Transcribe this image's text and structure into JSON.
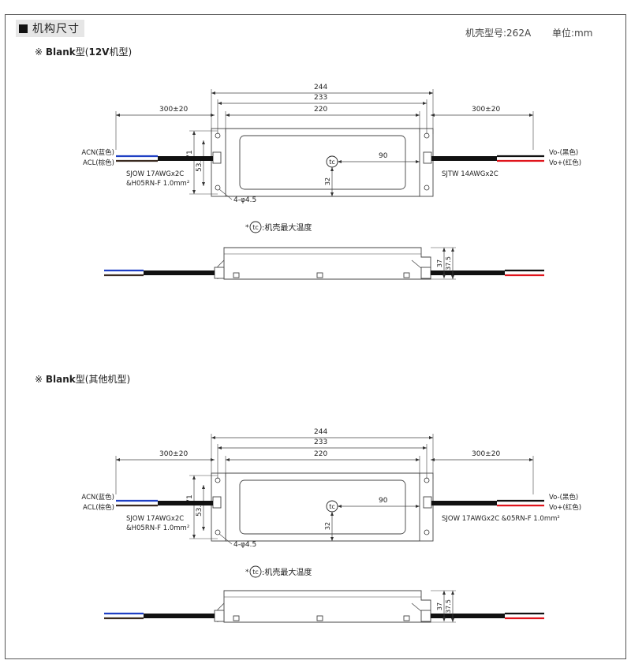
{
  "header": {
    "section_title": "机构尺寸",
    "case_model": "机壳型号:262A",
    "unit": "单位:mm"
  },
  "variants": [
    {
      "note_symbol": "※",
      "name_bold": "Blank",
      "name_suffix_1": "型(",
      "name_bold_2": "12V",
      "name_suffix_2": "机型)",
      "dims": {
        "overall": "244",
        "mount": "233",
        "body": "220",
        "cable_left": "300±20",
        "cable_right": "300±20",
        "height_outer": "71",
        "height_inner": "53.8",
        "tc_x": "90",
        "tc_y": "32",
        "hole": "4-φ4.5",
        "side_height": "37",
        "side_height_2": "37.5"
      },
      "labels": {
        "acn": "ACN(蓝色)",
        "acl": "ACL(棕色)",
        "input_cable_1": "SJOW 17AWGx2C",
        "input_cable_2": "&H05RN-F 1.0mm²",
        "output_cable": "SJTW 14AWGx2C",
        "vo_minus": "Vo-(黑色)",
        "vo_plus": "Vo+(红色)",
        "tc_symbol": "tc",
        "tc_note": ":机壳最大温度",
        "tc_bullet": "*"
      }
    },
    {
      "note_symbol": "※",
      "name_bold": "Blank",
      "name_suffix_1": "型(其他机型)",
      "dims": {
        "overall": "244",
        "mount": "233",
        "body": "220",
        "cable_left": "300±20",
        "cable_right": "300±20",
        "height_outer": "71",
        "height_inner": "53.8",
        "tc_x": "90",
        "tc_y": "32",
        "hole": "4-φ4.5",
        "side_height": "37",
        "side_height_2": "37.5"
      },
      "labels": {
        "acn": "ACN(蓝色)",
        "acl": "ACL(棕色)",
        "input_cable_1": "SJOW 17AWGx2C",
        "input_cable_2": "&H05RN-F 1.0mm²",
        "output_cable": "SJOW 17AWGx2C &05RN-F 1.0mm²",
        "vo_minus": "Vo-(黑色)",
        "vo_plus": "Vo+(红色)",
        "tc_symbol": "tc",
        "tc_note": ":机壳最大温度",
        "tc_bullet": "*"
      }
    }
  ],
  "colors": {
    "wire_blue": "#1f3fc4",
    "wire_brown": "#3a2a20",
    "wire_black": "#111111",
    "wire_red": "#e0141c",
    "line": "#444444"
  }
}
